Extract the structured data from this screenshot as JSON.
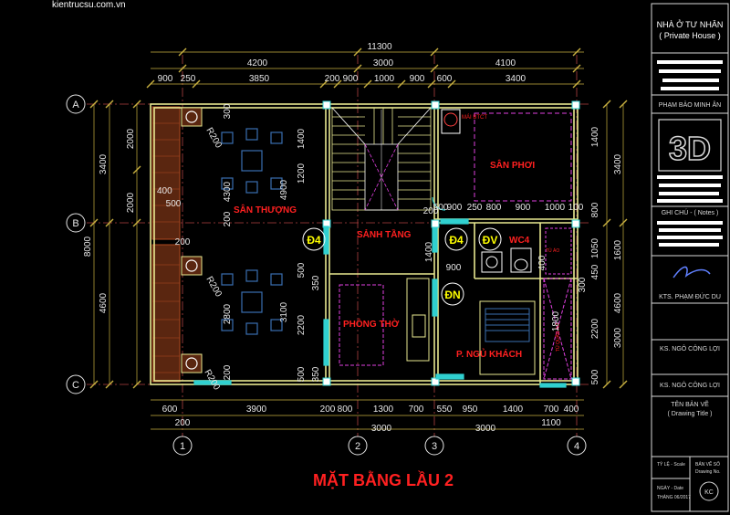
{
  "watermark": "kientrucsu.com.vn",
  "drawing_title": "MẶT BẰNG LẦU 2",
  "axes": {
    "rows": [
      "A",
      "B",
      "C"
    ],
    "cols": [
      "1",
      "2",
      "3",
      "4"
    ]
  },
  "rooms": {
    "terrace": "SÂN THƯỢNG",
    "hall": "SẢNH TẦNG",
    "drying_yard": "SÂN PHƠI",
    "worship_room": "PHÒNG THỜ",
    "guest_bedroom": "P. NGỦ KHÁCH",
    "wc": "WC4",
    "fixture_small": "TỦ ÁO",
    "wardrobe": "TỦ QUẦN ÁO",
    "roof_label": "MÁI BTCT"
  },
  "tags": {
    "d4a": "Đ4",
    "d4b": "Đ4",
    "dv": "ĐV",
    "dn": "ĐN"
  },
  "dims_top": {
    "total": "11300",
    "spans": [
      "4200",
      "3000",
      "4100"
    ],
    "detail": [
      "900",
      "250",
      "3850",
      "200",
      "900",
      "1000",
      "900",
      "600",
      "3400"
    ]
  },
  "dims_bottom": {
    "detail": [
      "600",
      "3900",
      "200",
      "800",
      "1300",
      "700",
      "550",
      "950",
      "1400",
      "700",
      "400"
    ],
    "extra": [
      "200",
      "1100"
    ],
    "spans": [
      "3000",
      "3000"
    ]
  },
  "dims_left": {
    "outer": "8000",
    "mid": [
      "3400",
      "4600"
    ],
    "inner": [
      "2000",
      "2000"
    ]
  },
  "dims_right": {
    "mid": [
      "3400",
      "4600"
    ]
  },
  "dims_inside": {
    "terrace": [
      "1400",
      "1200",
      "4300",
      "4900",
      "500",
      "2800",
      "3100",
      "2200",
      "350"
    ],
    "middle_row": [
      "500",
      "500",
      "900",
      "250",
      "800",
      "900",
      "1000",
      "100"
    ],
    "right_col": [
      "1400",
      "800",
      "1050",
      "450",
      "300",
      "2200",
      "500",
      "1800",
      "3000",
      "1600",
      "900",
      "1400",
      "400",
      "200",
      "350",
      "500"
    ],
    "other": [
      "300",
      "200",
      "200",
      "200",
      "R200",
      "R200",
      "R200",
      "400"
    ]
  },
  "title_block": {
    "project_line1": "NHÀ Ở TƯ NHÂN",
    "project_line2": "( Private House )",
    "architect": "PHẠM BẢO MINH ÂN",
    "logo": "3D",
    "notes_label": "GHI CHÚ - ( Notes )",
    "signer1": "KTS. PHẠM ĐỨC DU",
    "signer2": "KS. NGÔ CÔNG LỢI",
    "signer3": "KS. NGÔ CÔNG LỢI",
    "sheet_title_label": "TÊN BẢN VẼ",
    "sheet_title_en": "( Drawing Title )",
    "scale_label": "TỶ LỆ - Scale",
    "date_label": "NGÀY - Date",
    "date_value": "THÁNG 06/2017",
    "sheet_no_label": "BẢN VẼ SỐ",
    "sheet_no_en": "Drawing No.",
    "sheet_no_value": "KC"
  },
  "colors": {
    "background": "#000000",
    "wall": "#e8e890",
    "axis": "#b04040",
    "dimension": "#e6e6e6",
    "room_label": "#ff2020",
    "cyan": "#30d0d0",
    "magenta": "#e040e0",
    "brick": "#b04a20",
    "furniture": "#3a6fb0"
  }
}
